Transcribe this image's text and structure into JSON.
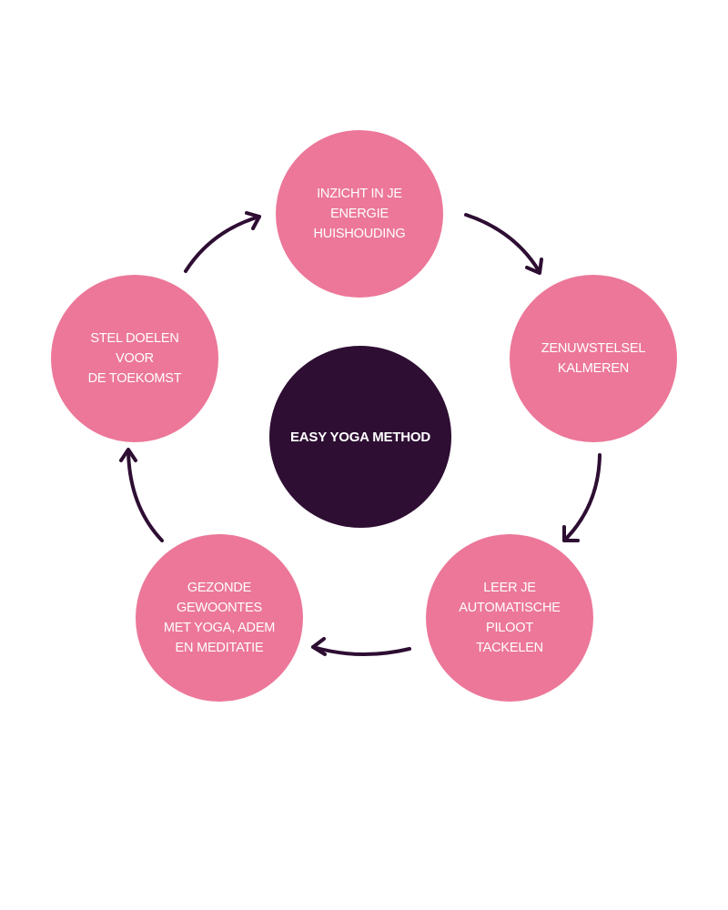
{
  "diagram": {
    "center": {
      "label": "EASY YOGA METHOD"
    },
    "steps": [
      {
        "label": "INZICHT IN JE ENERGIE\nHUISHOUDING"
      },
      {
        "label": "ZENUWSTELSEL\nKALMEREN"
      },
      {
        "label": "LEER JE\nAUTOMATISCHE\nPILOOT\nTACKELEN"
      },
      {
        "label": "GEZONDE\nGEWOONTES\nMET YOGA, ADEM\nEN MEDITATIE"
      },
      {
        "label": "STEL DOELEN\nVOOR\nDE TOEKOMST"
      }
    ]
  },
  "colors": {
    "step_fill": "#ec7799",
    "center_fill": "#2e0e33",
    "arrow": "#2e0e33",
    "text": "#ffffff"
  }
}
